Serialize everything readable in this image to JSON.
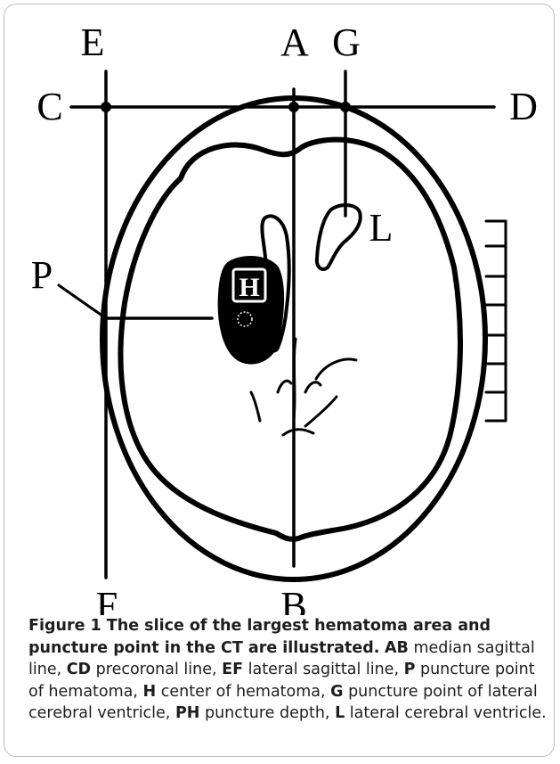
{
  "diagram": {
    "labels": {
      "E": "E",
      "A": "A",
      "G": "G",
      "C": "C",
      "D": "D",
      "P": "P",
      "H": "H",
      "L": "L",
      "F": "F",
      "B": "B"
    }
  },
  "caption": {
    "title": "Figure 1 The slice of the largest hematoma area and puncture point in the CT are illustrated.",
    "items": [
      {
        "key": "AB",
        "text": " median sagittal line, "
      },
      {
        "key": "CD",
        "text": " precoronal line, "
      },
      {
        "key": "EF",
        "text": " lateral sagittal line, "
      },
      {
        "key": "P",
        "text": " puncture point of hematoma, "
      },
      {
        "key": "H",
        "text": " center of hematoma, "
      },
      {
        "key": "G",
        "text": " puncture point of lateral cerebral ventricle, "
      },
      {
        "key": "PH",
        "text": " puncture depth, "
      },
      {
        "key": "L",
        "text": " lateral cerebral ventricle."
      }
    ]
  }
}
